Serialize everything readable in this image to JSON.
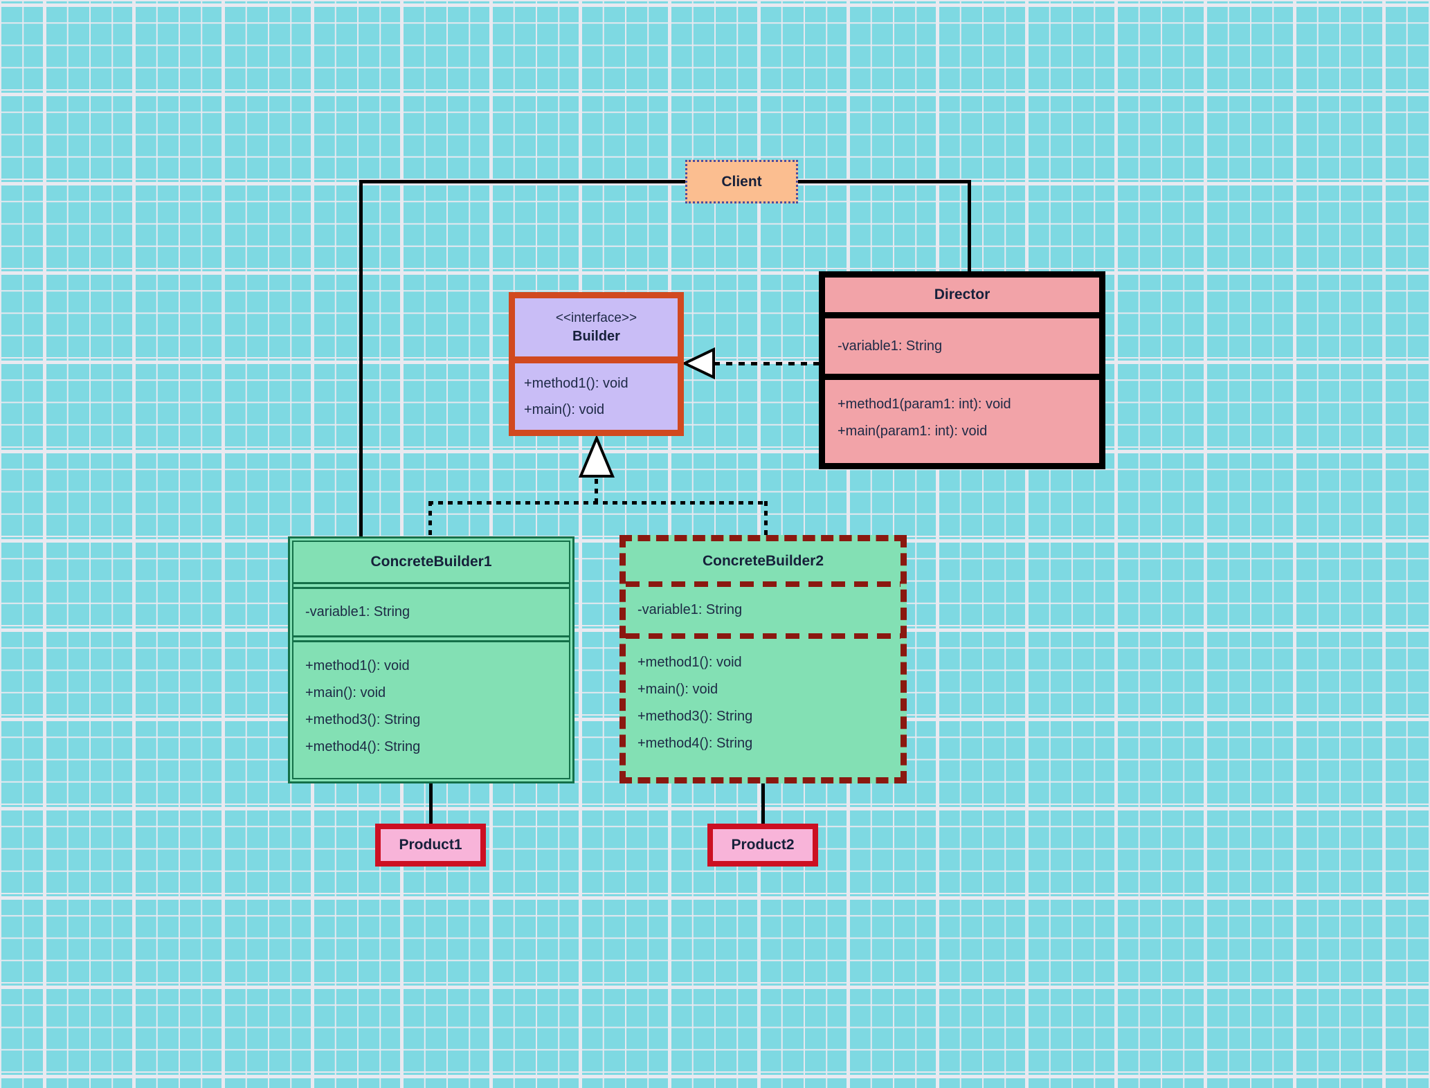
{
  "canvas": {
    "background_color": "#7ED9E2",
    "grid_line_color": "#E8E9EF"
  },
  "colors": {
    "edge_black": "#000000",
    "text_dark_navy": "#1D2945",
    "client_fill": "#FBBE90",
    "client_border": "#4D4D9F",
    "director_fill": "#F2A3A8",
    "director_border": "#000000",
    "builder_fill": "#C9BDF6",
    "builder_border": "#D1491F",
    "concrete_builder_fill": "#83E0B4",
    "concrete_builder1_border": "#147049",
    "concrete_builder2_border": "#8B1810",
    "product_fill": "#F8B4D9",
    "product_border": "#CC1022"
  },
  "nodes": {
    "client": {
      "label": "Client"
    },
    "director": {
      "title": "Director",
      "attributes": [
        "-variable1: String"
      ],
      "methods": [
        "+method1(param1: int): void",
        "+main(param1: int): void"
      ]
    },
    "builder": {
      "stereotype": "<<interface>>",
      "title": "Builder",
      "methods": [
        "+method1(): void",
        "+main(): void"
      ]
    },
    "concrete_builder1": {
      "title": "ConcreteBuilder1",
      "attributes": [
        "-variable1: String"
      ],
      "methods": [
        "+method1(): void",
        "+main(): void",
        "+method3(): String",
        "+method4(): String"
      ]
    },
    "concrete_builder2": {
      "title": "ConcreteBuilder2",
      "attributes": [
        "-variable1: String"
      ],
      "methods": [
        "+method1(): void",
        "+main(): void",
        "+method3(): String",
        "+method4(): String"
      ]
    },
    "product1": {
      "label": "Product1"
    },
    "product2": {
      "label": "Product2"
    }
  },
  "edges": [
    {
      "from": "client",
      "to": "concrete_builder1",
      "style": "solid"
    },
    {
      "from": "client",
      "to": "director",
      "style": "solid"
    },
    {
      "from": "director",
      "to": "builder",
      "style": "dashed-open-arrow"
    },
    {
      "from": "concrete_builder1",
      "to": "builder",
      "style": "dotted-hollow-triangle"
    },
    {
      "from": "concrete_builder2",
      "to": "builder",
      "style": "dotted-hollow-triangle"
    },
    {
      "from": "concrete_builder1",
      "to": "product1",
      "style": "solid"
    },
    {
      "from": "concrete_builder2",
      "to": "product2",
      "style": "solid"
    }
  ]
}
